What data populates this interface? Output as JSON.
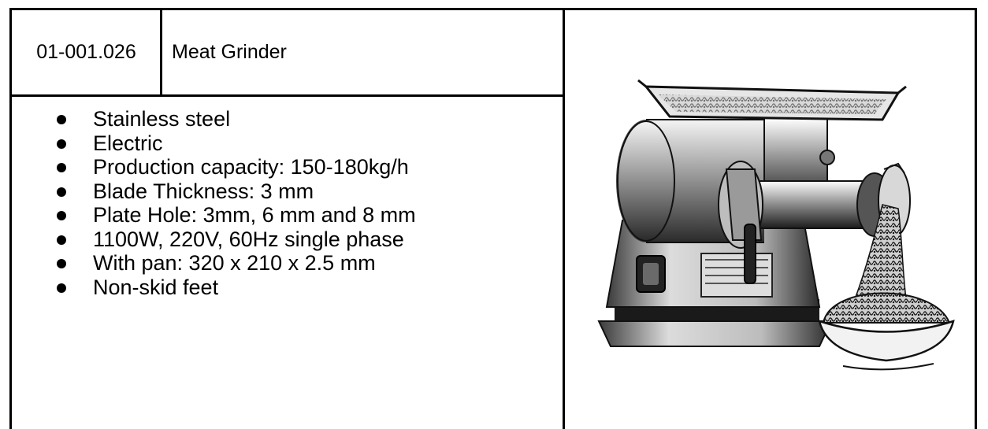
{
  "product": {
    "code": "01-001.026",
    "name": "Meat Grinder",
    "features": [
      "Stainless steel",
      "Electric",
      "Production capacity: 150-180kg/h",
      "Blade Thickness: 3 mm",
      "Plate Hole: 3mm, 6 mm and 8 mm",
      "1100W, 220V, 60Hz single phase",
      "With pan: 320 x 210 x 2.5 mm",
      "Non-skid feet"
    ],
    "image_icon": "meat-grinder-illustration"
  }
}
